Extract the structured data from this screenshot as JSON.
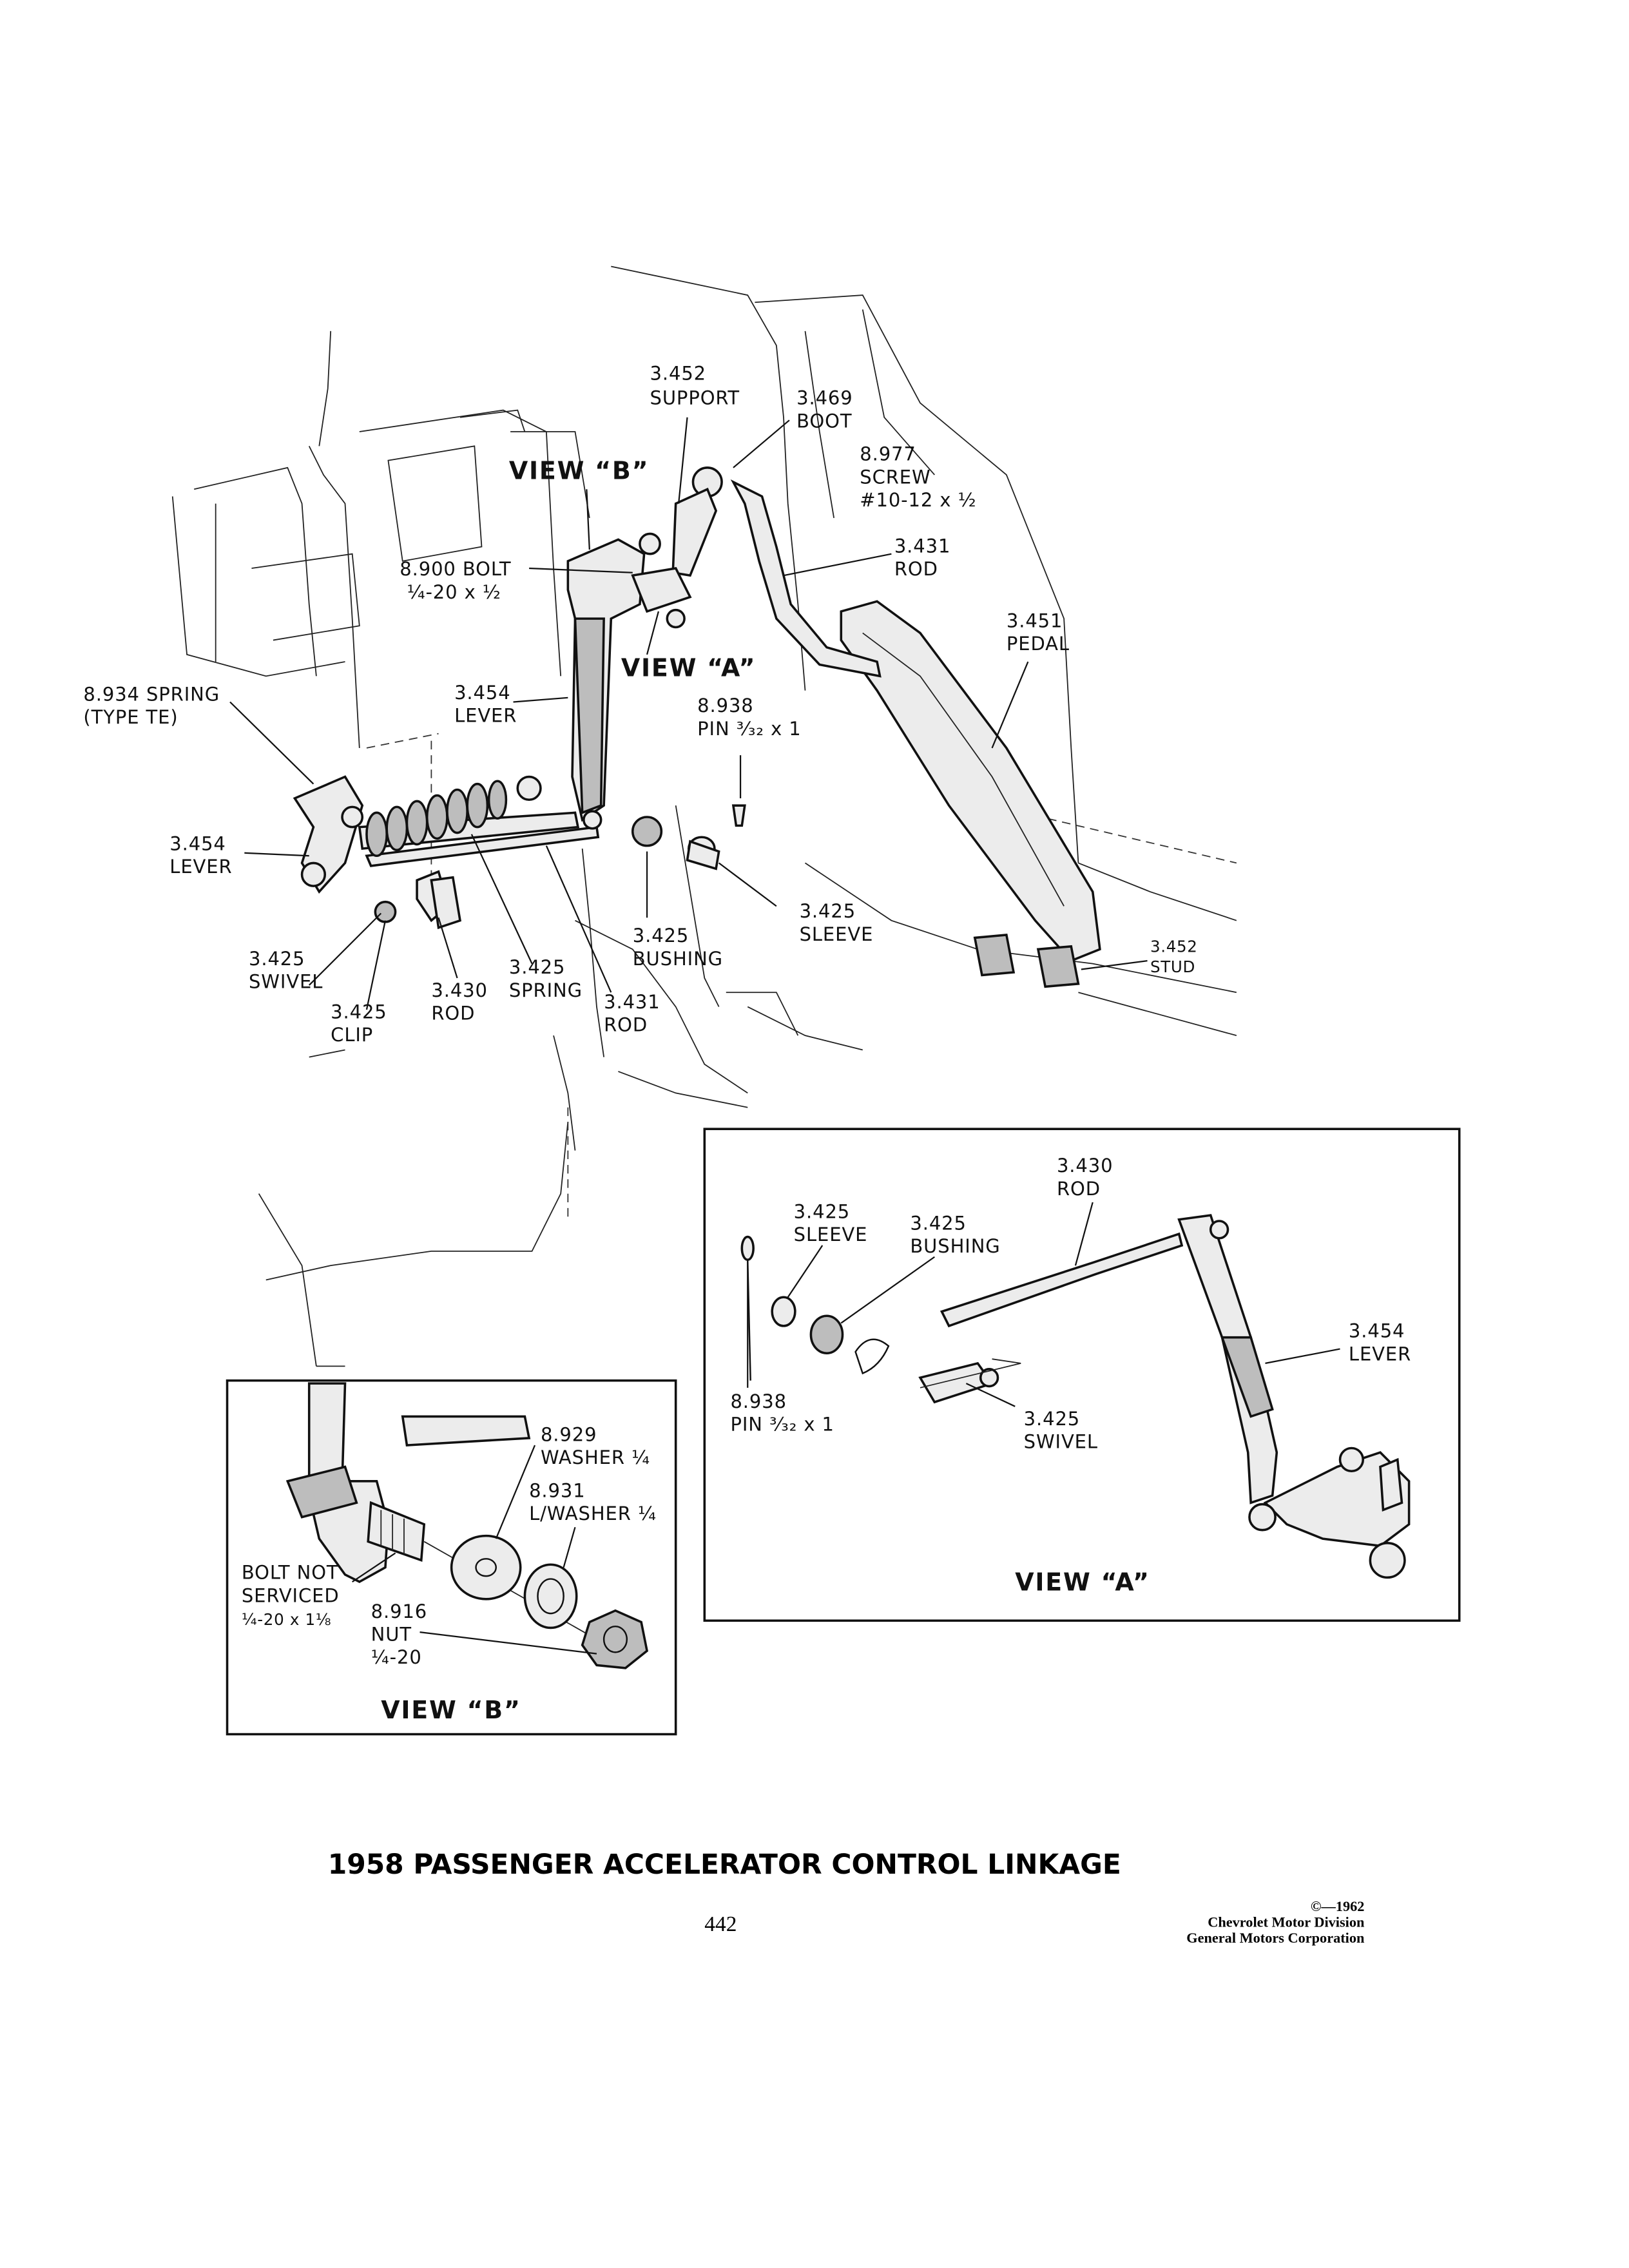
{
  "title": "1958 PASSENGER ACCELERATOR CONTROL LINKAGE",
  "page_number": "442",
  "copyright": {
    "line1": "©—1962",
    "line2": "Chevrolet Motor Division",
    "line3": "General Motors Corporation"
  },
  "main_labels": {
    "support": [
      "3.452",
      "SUPPORT"
    ],
    "boot": [
      "3.469",
      "BOOT"
    ],
    "screw": [
      "8.977",
      "SCREW",
      "#10-12 x ½"
    ],
    "rod_upper": [
      "3.431",
      "ROD"
    ],
    "pedal": [
      "3.451",
      "PEDAL"
    ],
    "bolt": [
      "8.900 BOLT",
      "¼-20 x ½"
    ],
    "spring_te": [
      "8.934 SPRING",
      "(TYPE TE)"
    ],
    "lever_upper": [
      "3.454",
      "LEVER"
    ],
    "pin": [
      "8.938",
      "PIN ³⁄₃₂ x 1"
    ],
    "lever_lower": [
      "3.454",
      "LEVER"
    ],
    "sleeve": [
      "3.425",
      "SLEEVE"
    ],
    "bushing": [
      "3.425",
      "BUSHING"
    ],
    "swivel": [
      "3.425",
      "SWIVEL"
    ],
    "spring": [
      "3.425",
      "SPRING"
    ],
    "rod_lower": [
      "3.431",
      "ROD"
    ],
    "rod_430": [
      "3.430",
      "ROD"
    ],
    "clip": [
      "3.425",
      "CLIP"
    ],
    "stud": [
      "3.452",
      "STUD"
    ]
  },
  "view_a": {
    "caption": "VIEW “A”",
    "rod": [
      "3.430",
      "ROD"
    ],
    "sleeve": [
      "3.425",
      "SLEEVE"
    ],
    "bushing": [
      "3.425",
      "BUSHING"
    ],
    "lever": [
      "3.454",
      "LEVER"
    ],
    "pin": [
      "8.938",
      "PIN ³⁄₃₂ x 1"
    ],
    "swivel": [
      "3.425",
      "SWIVEL"
    ]
  },
  "view_b": {
    "caption": "VIEW “B”",
    "washer": [
      "8.929",
      "WASHER ¼"
    ],
    "lwasher": [
      "8.931",
      "L/WASHER ¼"
    ],
    "bolt": [
      "BOLT NOT",
      "SERVICED",
      "¼-20 x 1⅛"
    ],
    "nut": [
      "8.916",
      "NUT",
      "¼-20"
    ]
  },
  "callouts": {
    "view_a_ref": "VIEW “A”",
    "view_b_ref": "VIEW “B”"
  }
}
